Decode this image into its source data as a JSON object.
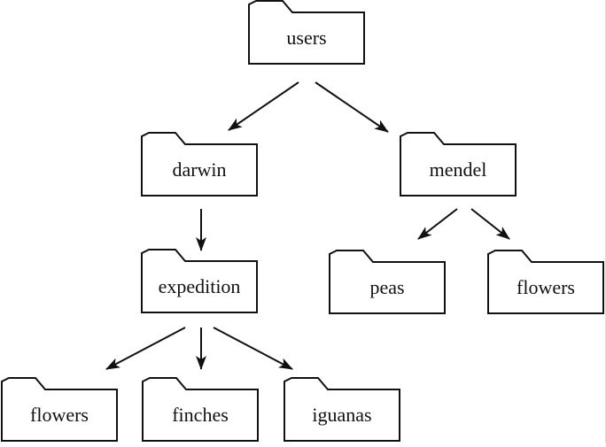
{
  "colors": {
    "line": "#111111",
    "folder_fill": "#ffffff",
    "background": "#ffffff"
  },
  "nodes": [
    {
      "id": "users",
      "label": "users",
      "icon": "folder-icon"
    },
    {
      "id": "darwin",
      "label": "darwin",
      "icon": "folder-icon"
    },
    {
      "id": "mendel",
      "label": "mendel",
      "icon": "folder-icon"
    },
    {
      "id": "expedition",
      "label": "expedition",
      "icon": "folder-icon"
    },
    {
      "id": "peas",
      "label": "peas",
      "icon": "folder-icon"
    },
    {
      "id": "mendel-flowers",
      "label": "flowers",
      "icon": "folder-icon"
    },
    {
      "id": "darwin-flowers",
      "label": "flowers",
      "icon": "folder-icon"
    },
    {
      "id": "finches",
      "label": "finches",
      "icon": "folder-icon"
    },
    {
      "id": "iguanas",
      "label": "iguanas",
      "icon": "folder-icon"
    }
  ],
  "edges": [
    {
      "from": "users",
      "to": "darwin"
    },
    {
      "from": "users",
      "to": "mendel"
    },
    {
      "from": "darwin",
      "to": "expedition"
    },
    {
      "from": "mendel",
      "to": "peas"
    },
    {
      "from": "mendel",
      "to": "mendel-flowers"
    },
    {
      "from": "expedition",
      "to": "darwin-flowers"
    },
    {
      "from": "expedition",
      "to": "finches"
    },
    {
      "from": "expedition",
      "to": "iguanas"
    }
  ]
}
